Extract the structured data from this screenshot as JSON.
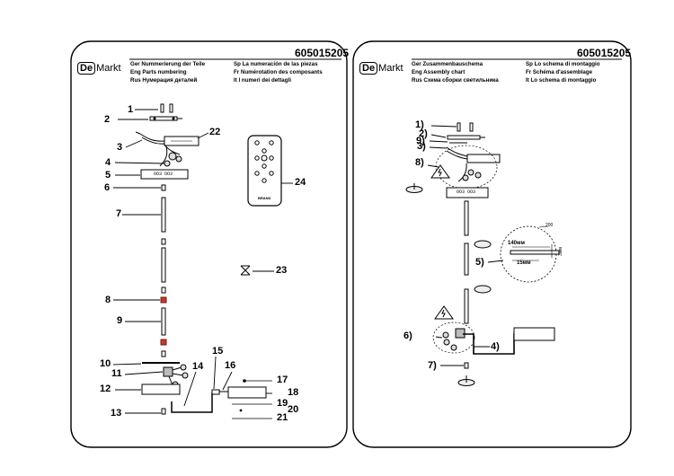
{
  "sheets": {
    "left": {
      "brand": {
        "box": "De",
        "rest": "Markt"
      },
      "article": "605015205",
      "lang": {
        "ger1": "Ger  Nummerierung der Teile",
        "eng1": "Eng  Parts numbering",
        "rus1": "Rus  Нумерация деталей",
        "sp1": "Sp  La numeración de las piezas",
        "fr1": "Fr  Numérotation des composants",
        "it1": "It  I numeri dei dettagli"
      },
      "parts": [
        "1",
        "2",
        "3",
        "4",
        "5",
        "6",
        "7",
        "8",
        "9",
        "10",
        "11",
        "12",
        "13",
        "14",
        "15",
        "16",
        "17",
        "18",
        "19",
        "20",
        "21",
        "22",
        "23",
        "24"
      ],
      "led_label": "OO3 OO3",
      "remote_label": "BRAND"
    },
    "right": {
      "brand": {
        "box": "De",
        "rest": "Markt"
      },
      "article": "605015205",
      "lang": {
        "ger1": "Ger  Zusammenbauschema",
        "eng1": "Eng  Assembly chart",
        "rus1": "Rus  Схема сборки светильника",
        "sp1": "Sp  Lo schema di montaggio",
        "fr1": "Fr  Schéma d'assemblage",
        "it1": "It  Lo schema di montaggio"
      },
      "steps": [
        "1)",
        "2)",
        "9)",
        "3)",
        "8)",
        "5)",
        "6)",
        "4)",
        "7)"
      ],
      "dims": {
        "d1": "140мм",
        "d2": "15мм",
        "d3": "200",
        "d4": "3мм"
      },
      "led_label": "OO3 OO3"
    }
  }
}
